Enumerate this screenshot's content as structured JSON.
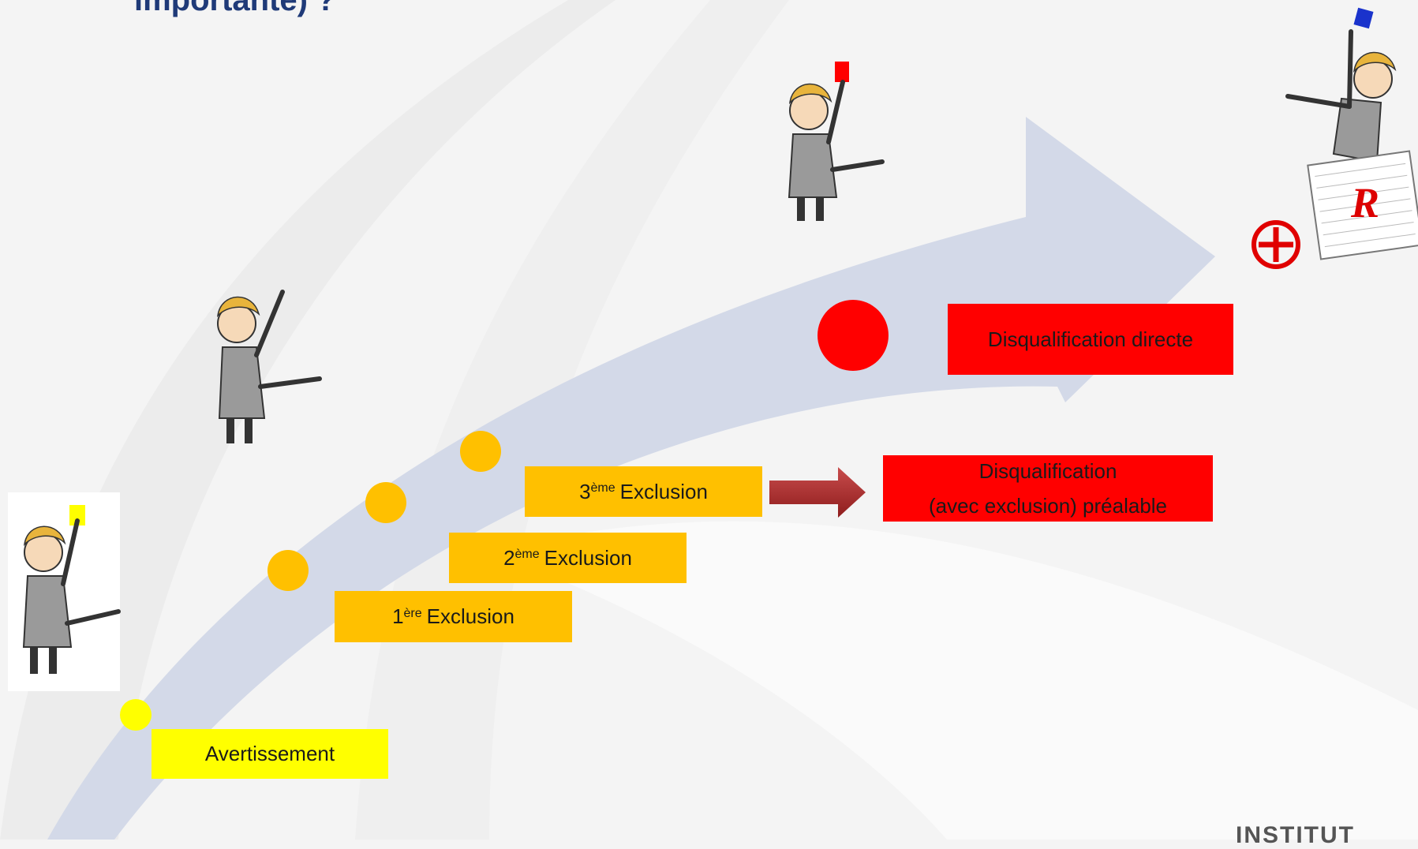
{
  "title": "importante) ?",
  "steps": {
    "warning": "Avertissement",
    "excl1_sup": "ère",
    "excl1_num": "1",
    "excl1_text": "Exclusion",
    "excl2_sup": "ème",
    "excl2_num": "2",
    "excl2_text": "Exclusion",
    "excl3_sup": "ème",
    "excl3_num": "3",
    "excl3_text": "Exclusion",
    "disq_prior_line1": "Disqualification",
    "disq_prior_line2": "(avec exclusion) préalable",
    "disq_direct": "Disqualification directe"
  },
  "report_letter": "R",
  "logo_text": "INSTITUT",
  "colors": {
    "warning": "#ffff00",
    "exclusion": "#ffc000",
    "disqualification": "#ff0000",
    "arrow": "#d3d9e8",
    "title": "#1f3a78"
  },
  "icons": [
    "referee-yellow-card-icon",
    "referee-raised-hand-icon",
    "referee-red-card-icon",
    "referee-blue-card-icon",
    "match-report-icon",
    "red-plus-icon",
    "progress-arrow-icon",
    "transition-arrow-icon"
  ]
}
